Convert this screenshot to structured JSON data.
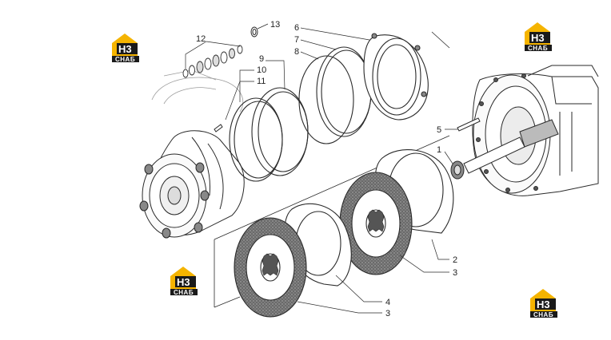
{
  "watermark": {
    "letters": "H3",
    "caption": "СНАБ",
    "accent": "#f5b400",
    "dark": "#1a1a1a"
  },
  "callouts": {
    "c1": "1",
    "c2": "2",
    "c3a": "3",
    "c3b": "3",
    "c4": "4",
    "c5": "5",
    "c6": "6",
    "c7": "7",
    "c8": "8",
    "c9": "9",
    "c10": "10",
    "c11": "11",
    "c12": "12",
    "c13": "13"
  },
  "colors": {
    "line": "#2a2a2a",
    "friction_fill": "#555555",
    "light_line": "#8a8a8a"
  }
}
